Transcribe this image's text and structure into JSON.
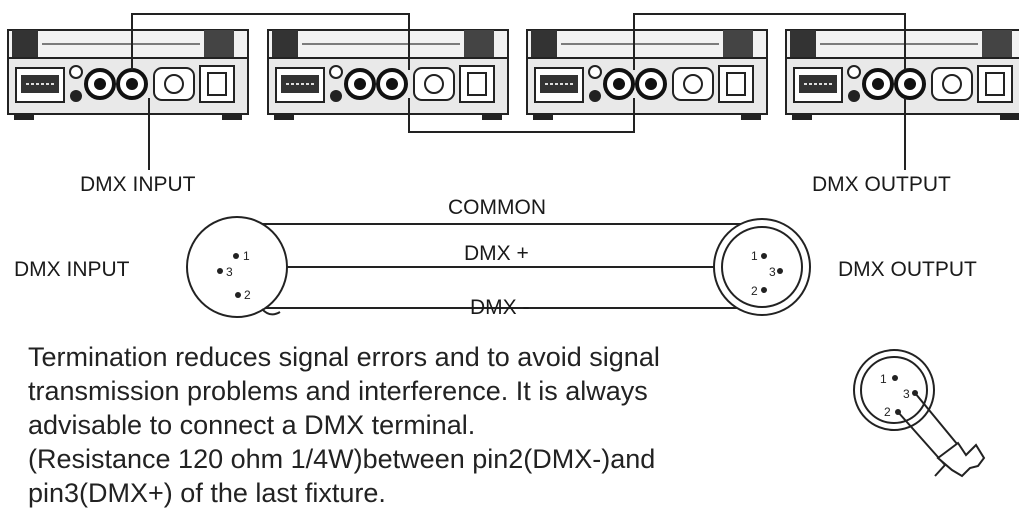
{
  "labels": {
    "dmx_input_top": "DMX INPUT",
    "dmx_output_top": "DMX OUTPUT",
    "common": "COMMON",
    "dmx_plus": "DMX +",
    "dmx_minus": "DMX -",
    "dmx_input_mid": "DMX INPUT",
    "dmx_output_mid": "DMX OUTPUT"
  },
  "pins": {
    "female": [
      "1",
      "3",
      "2"
    ],
    "male": [
      "1",
      "3",
      "2"
    ],
    "terminator": [
      "1",
      "3",
      "2"
    ]
  },
  "paragraph": [
    "Termination reduces signal errors and to avoid signal",
    "transmission problems and interference. It is always",
    "advisable to connect a DMX terminal.",
    "(Resistance 120 ohm 1/4W)between pin2(DMX-)and",
    "pin3(DMX+) of the last fixture."
  ],
  "colors": {
    "ink": "#1a1a1a",
    "panel": "#e9e9e9"
  },
  "icons": [
    "fixture-icon",
    "xlr-female-connector-icon",
    "xlr-male-connector-icon",
    "terminator-resistor-icon"
  ]
}
